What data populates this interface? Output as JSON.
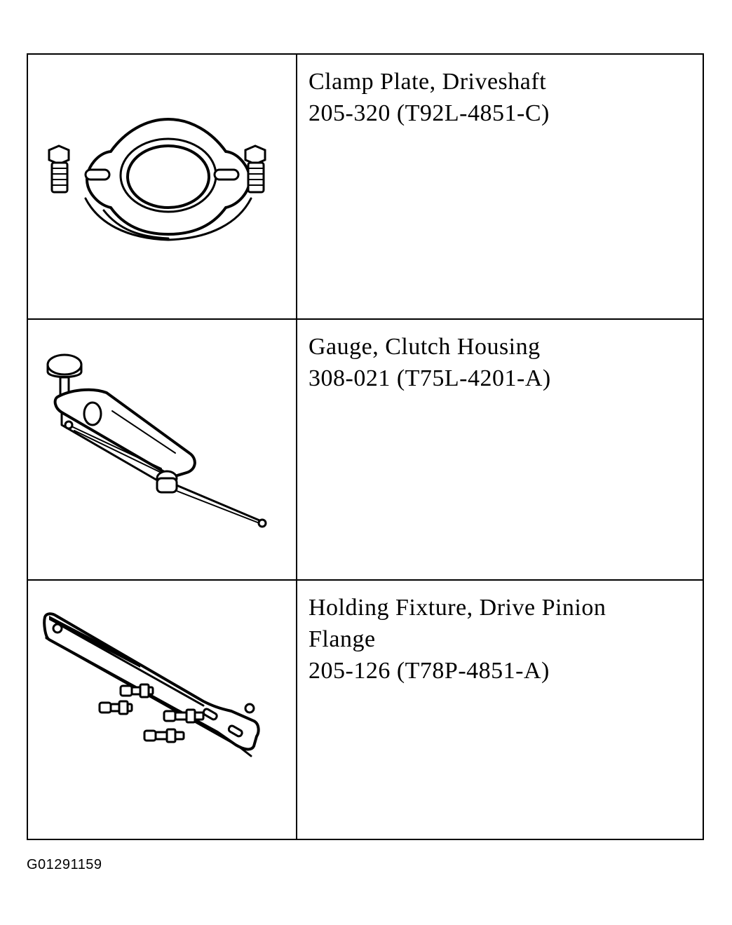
{
  "tools": [
    {
      "name": "Clamp Plate, Driveshaft",
      "number": "205-320 (T92L-4851-C)",
      "icon": "clamp-plate-illustration"
    },
    {
      "name": "Gauge, Clutch Housing",
      "number": "308-021 (T75L-4201-A)",
      "icon": "clutch-housing-gauge-illustration"
    },
    {
      "name": "Holding Fixture, Drive Pinion Flange",
      "number": "205-126 (T78P-4851-A)",
      "icon": "holding-fixture-illustration"
    }
  ],
  "figure_id": "G01291159",
  "colors": {
    "ink": "#000000",
    "paper": "#ffffff"
  }
}
